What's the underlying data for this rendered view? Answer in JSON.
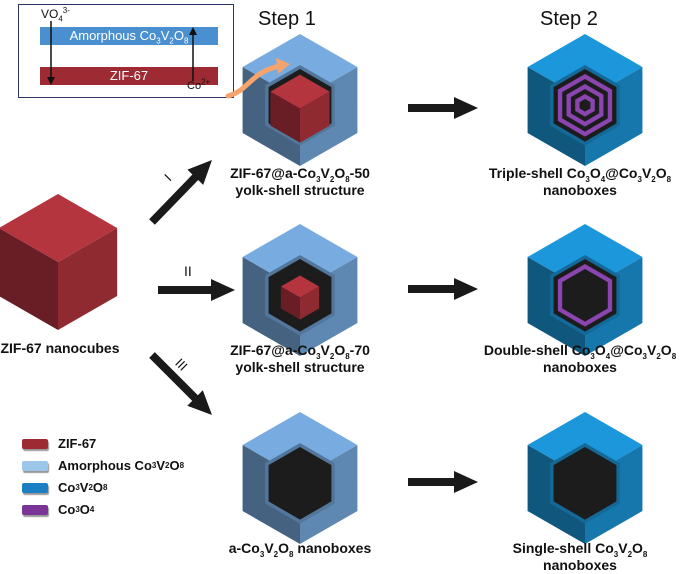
{
  "inset": {
    "top_label": "Amorphous Co3V2O8",
    "bottom_label": "ZIF-67",
    "ion_in": "VO4 3-",
    "ion_out": "Co2+"
  },
  "steps": {
    "step1": "Step 1",
    "step2": "Step 2"
  },
  "routes": [
    "I",
    "II",
    "III"
  ],
  "start": {
    "label": "ZIF-67 nanocubes"
  },
  "step1_products": [
    {
      "line1": "ZIF-67@a-Co3V2O8-50",
      "line2": "yolk-shell structure"
    },
    {
      "line1": "ZIF-67@a-Co3V2O8-70",
      "line2": "yolk-shell structure"
    },
    {
      "line1": "a-Co3V2O8 nanoboxes",
      "line2": ""
    }
  ],
  "step2_products": [
    {
      "line1": "Triple-shell Co3O4@Co3V2O8",
      "line2": "nanoboxes"
    },
    {
      "line1": "Double-shell Co3O4@Co3V2O8",
      "line2": "nanoboxes"
    },
    {
      "line1": "Single-shell Co3V2O8",
      "line2": "nanoboxes"
    }
  ],
  "legend": [
    {
      "label": "ZIF-67",
      "color": "#9e2b33"
    },
    {
      "label": "Amorphous Co3V2O8",
      "color": "#9cc7ea"
    },
    {
      "label": "Co3V2O8",
      "color": "#1b7fc4"
    },
    {
      "label": "Co3O4",
      "color": "#7a3596"
    }
  ],
  "colors": {
    "zif": "#a8313a",
    "amorphous": "#6f9fd0",
    "crystalline": "#1a8ccc",
    "co3o4": "#8a45b0",
    "arrow": "#1a1a1a",
    "orange": "#f4a46c"
  }
}
